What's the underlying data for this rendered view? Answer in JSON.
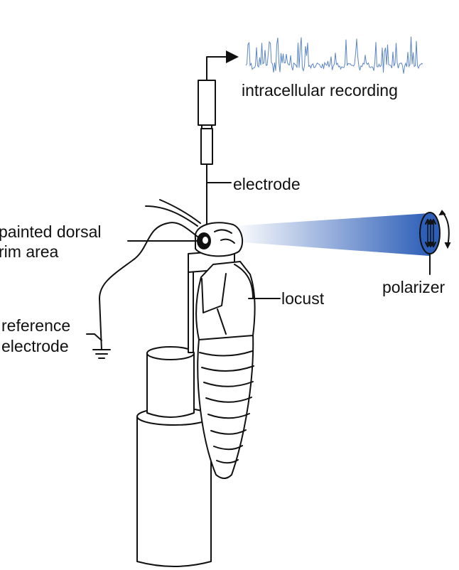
{
  "labels": {
    "recording": "intracellular recording",
    "electrode": "electrode",
    "dorsal_rim_line1": "painted dorsal",
    "dorsal_rim_line2": "rim area",
    "locust": "locust",
    "polarizer": "polarizer",
    "reference_line1": "reference",
    "reference_line2": "electrode"
  },
  "colors": {
    "trace": "#5b86c6",
    "beam": "#2e5fb8",
    "ink": "#111111"
  }
}
